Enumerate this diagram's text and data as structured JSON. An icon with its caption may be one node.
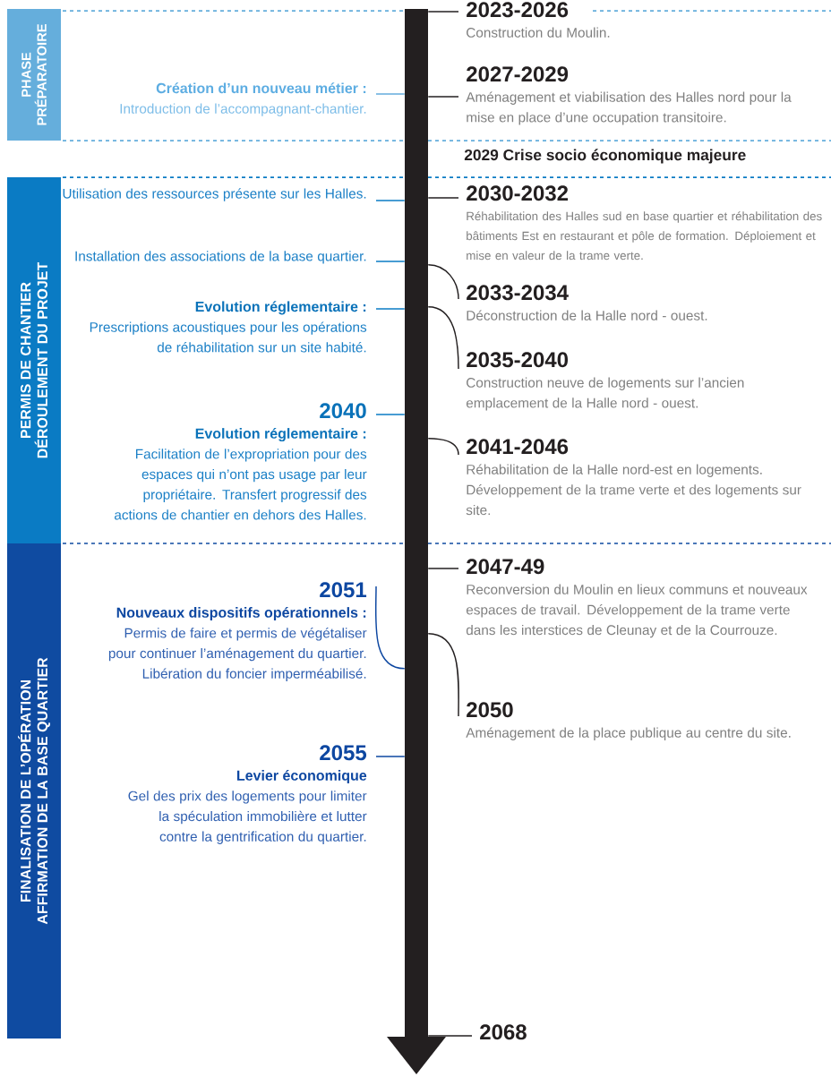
{
  "diagram": {
    "nodes": [
      {
        "text": [
          "PHASE",
          "PRÉPARATOIRE"
        ]
      },
      {
        "text": [
          "PERMIS DE CHANTIER",
          "DÉROULEMENT DU PROJET"
        ]
      },
      {
        "text": [
          "FINALISATION DE L’OPÉRATION",
          "AFFIRMATION DE LA BASE QUARTIER"
        ]
      },
      {
        "text": [],
        "shape": "arrow"
      },
      {
        "text": [
          "2023-2026",
          "Construction du Moulin."
        ]
      },
      {
        "text": [
          "2027-2029",
          "Aménagement et viabilisation des Halles nord pour la mise en place d’une occupation transitoire."
        ]
      },
      {
        "text": [
          "2030-2032",
          "Réhabilitation des Halles sud en base quartier et réhabilitation des bâtiments Est en restaurant et pôle de formation. Déploiement et mise en valeur de la trame verte."
        ]
      },
      {
        "text": [
          "2033-2034",
          "Déconstruction de la Halle nord - ouest."
        ]
      },
      {
        "text": [
          "2035-2040",
          "Construction neuve de logements sur l’ancien emplacement de la Halle nord - ouest."
        ]
      },
      {
        "text": [
          "2041-2046",
          "Réhabilitation de la Halle nord-est en logements. Développement de la trame verte et des logements sur site."
        ]
      },
      {
        "text": [
          "2047-49",
          "Reconversion du Moulin en lieux communs et nouveaux espaces de travail. Développement de la trame verte dans les interstices de Cleunay et de la Courrouze."
        ]
      },
      {
        "text": [
          "2050",
          "Aménagement de la place publique au centre du site."
        ]
      },
      {
        "text": [
          "2068"
        ]
      },
      {
        "text": [
          "Création d’un nouveau métier :",
          "Introduction de l’accompagnant-chantier."
        ]
      },
      {
        "text": [
          "Utilisation des ressources présente sur les Halles."
        ]
      },
      {
        "text": [
          "Installation des associations de la base quartier."
        ]
      },
      {
        "text": [
          "Evolution réglementaire :",
          "Prescriptions acoustiques pour les opérations de réhabilitation sur un site habité."
        ]
      },
      {
        "text": [
          "2040",
          "Evolution réglementaire :",
          "Facilitation de l’expropriation pour des espaces qui n’ont pas usage par leur propriétaire. Transfert progressif des actions de chantier en dehors des Halles."
        ]
      },
      {
        "text": [
          "2051",
          "Nouveaux dispositifs opérationnels :",
          "Permis de faire et permis de végétaliser pour continuer l’aménagement du quartier. Libération du foncier imperméabilisé."
        ]
      },
      {
        "text": [
          "2055",
          "Levier économique",
          "Gel des prix des logements pour limiter la spéculation immobilière et lutter contre la gentrification du quartier."
        ]
      }
    ],
    "edges": [
      {
        "from": 4,
        "to": 3,
        "arrow": "none"
      },
      {
        "from": 5,
        "to": 3,
        "arrow": "none"
      },
      {
        "from": 6,
        "to": 3,
        "arrow": "none"
      },
      {
        "from": 7,
        "to": 3,
        "arrow": "none"
      },
      {
        "from": 8,
        "to": 3,
        "arrow": "none"
      },
      {
        "from": 9,
        "to": 3,
        "arrow": "none"
      },
      {
        "from": 10,
        "to": 3,
        "arrow": "none"
      },
      {
        "from": 11,
        "to": 3,
        "arrow": "none"
      },
      {
        "from": 12,
        "to": 3,
        "arrow": "none"
      },
      {
        "from": 13,
        "to": 3,
        "arrow": "none",
        "color": "#63abdd"
      },
      {
        "from": 14,
        "to": 3,
        "arrow": "none",
        "color": "#0a7bc4"
      },
      {
        "from": 15,
        "to": 3,
        "arrow": "none",
        "color": "#0a7bc4"
      },
      {
        "from": 16,
        "to": 3,
        "arrow": "none",
        "color": "#0a7bc4"
      },
      {
        "from": 17,
        "to": 3,
        "arrow": "none",
        "color": "#0a7bc4"
      },
      {
        "from": 18,
        "to": 3,
        "arrow": "none",
        "color": "#0d47a1"
      },
      {
        "from": 19,
        "to": 3,
        "arrow": "none",
        "color": "#0d47a1"
      }
    ],
    "labels": [
      "2029 Crise socio économique majeure"
    ]
  }
}
